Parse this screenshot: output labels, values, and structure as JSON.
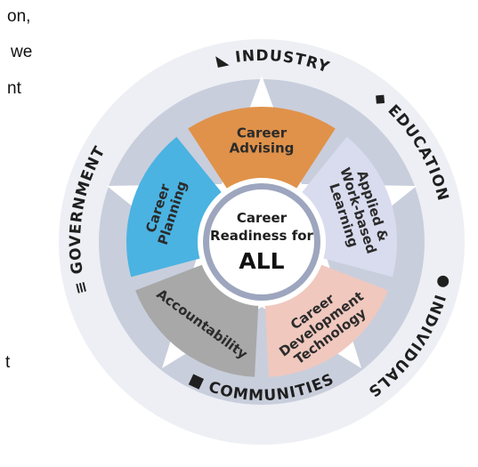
{
  "cropped_text": [
    "on,",
    "we",
    "nt",
    "t"
  ],
  "center": {
    "line1": "Career",
    "line2": "Readiness for",
    "line3": "ALL"
  },
  "segments": [
    {
      "lines": [
        "Career",
        "Advising"
      ],
      "color": "#E0924A"
    },
    {
      "lines": [
        "Applied &",
        "Work-based",
        "Learning"
      ],
      "color": "#D9DCEF"
    },
    {
      "lines": [
        "Career",
        "Development",
        "Technology"
      ],
      "color": "#F0C8BE"
    },
    {
      "lines": [
        "Accountability"
      ],
      "color": "#A8A8A8"
    },
    {
      "lines": [
        "Career",
        "Planning"
      ],
      "color": "#4AB3E2"
    }
  ],
  "stakeholders": [
    {
      "label": "INDUSTRY",
      "icon": "factory-icon"
    },
    {
      "label": "EDUCATION",
      "icon": "graduation-cap-icon"
    },
    {
      "label": "INDIVIDUALS",
      "icon": "people-icon"
    },
    {
      "label": "COMMUNITIES",
      "icon": "handshake-icon"
    },
    {
      "label": "GOVERNMENT",
      "icon": "government-building-icon"
    }
  ],
  "colors": {
    "outer_ring": "#EDEFF4",
    "inner_ring": "#C9CEDC",
    "star": "#FFFFFF",
    "hub_border": "#9DA6BE"
  }
}
